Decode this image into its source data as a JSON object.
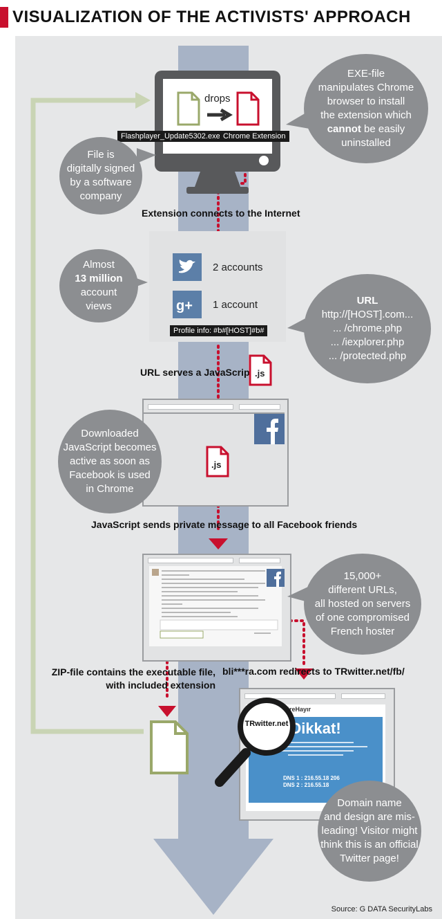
{
  "title": "VISUALIZATION OF THE ACTIVISTS' APPROACH",
  "source": "Source: G DATA SecurityLabs",
  "step1": {
    "drops_label": "drops",
    "exe_label": "Flashplayer_Update5302.exe",
    "ext_label": "Chrome Extension",
    "caption": "Extension connects to the Internet",
    "bubble_signed": "File is\ndigitally signed\nby a software\ncompany",
    "bubble_exe_lines": [
      "EXE-file",
      "manipulates Chrome",
      "browser to install",
      "the extension which"
    ],
    "bubble_exe_bold": "cannot",
    "bubble_exe_rest": " be easily",
    "bubble_exe_last": "uninstalled"
  },
  "step2": {
    "twitter_count": "2 accounts",
    "gplus_count": "1 account",
    "profile_info": "Profile info: #b#[HOST]#b#",
    "caption": "URL serves a JavaScript",
    "js_label": ".js",
    "bubble_views_top": "Almost",
    "bubble_views_bold": "13 million",
    "bubble_views_bottom": "account\nviews",
    "bubble_url_title": "URL",
    "bubble_url_lines": [
      "http://[HOST].com...",
      "... /chrome.php",
      "... /iexplorer.php",
      "... /protected.php"
    ]
  },
  "step3": {
    "js_label": ".js",
    "caption": "JavaScript sends private message to all Facebook friends",
    "bubble_js": "Downloaded\nJavaScript becomes\nactive as soon as\nFacebook is used\nin Chrome"
  },
  "step4": {
    "bubble_urls": "15,000+\ndifferent URLs,\nall hosted on servers\nof one compromised\nFrench hoster",
    "caption_zip": "ZIP-file contains the executable file,\nwith included extension",
    "caption_redirect": "bli***ra.com redirects to TRwitter.net/fb/"
  },
  "step5": {
    "magnifier_label": "TRwitter.net",
    "site_name": "SansüreHayır",
    "dikkat": "Dikkat!",
    "dns1": "DNS 1 : 216.55.18 206",
    "dns2": "DNS 2 : 216.55.18",
    "bubble_domain": "Domain name\nand design are mis-\nleading! Visitor might\nthink this is an official\nTwitter page!"
  },
  "colors": {
    "accent_red": "#c8102e",
    "bubble_gray": "#8c8e91",
    "arrow_blue": "#a7b3c6",
    "file_green": "#9aa86a",
    "loop_green": "#c9d4b4",
    "twitter_blue": "#5c7fa8",
    "facebook_blue": "#4f6f9c",
    "warning_blue": "#4a90c9"
  }
}
